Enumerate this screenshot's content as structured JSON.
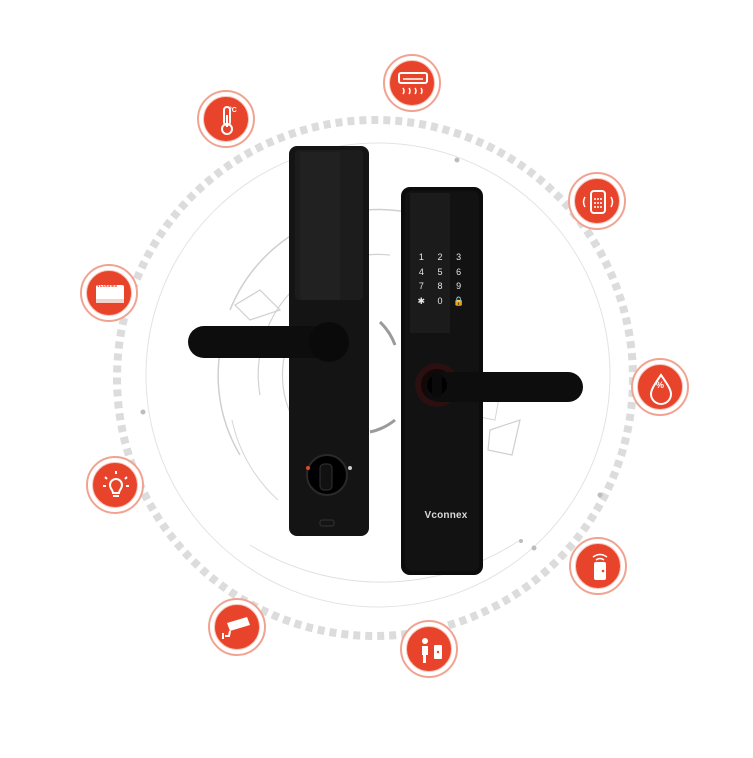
{
  "brand": {
    "name": "Vconnex",
    "badge_label": "Vconnex"
  },
  "colors": {
    "accent": "#e8432b",
    "ring": "#d8d8d8",
    "lock_body": "#111111"
  },
  "keypad": {
    "keys": [
      "1",
      "2",
      "3",
      "4",
      "5",
      "6",
      "7",
      "8",
      "9",
      "✱",
      "0",
      "🔒"
    ]
  },
  "icons": {
    "thermostat": {
      "icon": "thermometer-icon",
      "unit": "°C"
    },
    "air_conditioner": {
      "icon": "air-conditioner-icon"
    },
    "air_purifier": {
      "icon": "air-purifier-icon"
    },
    "hub": {
      "icon": "smart-hub-icon"
    },
    "humidity": {
      "icon": "humidity-drop-icon",
      "label": "%"
    },
    "light": {
      "icon": "light-bulb-icon"
    },
    "smart_lock": {
      "icon": "door-lock-icon"
    },
    "camera": {
      "icon": "security-camera-icon"
    },
    "door_sensor": {
      "icon": "door-sensor-icon"
    }
  }
}
